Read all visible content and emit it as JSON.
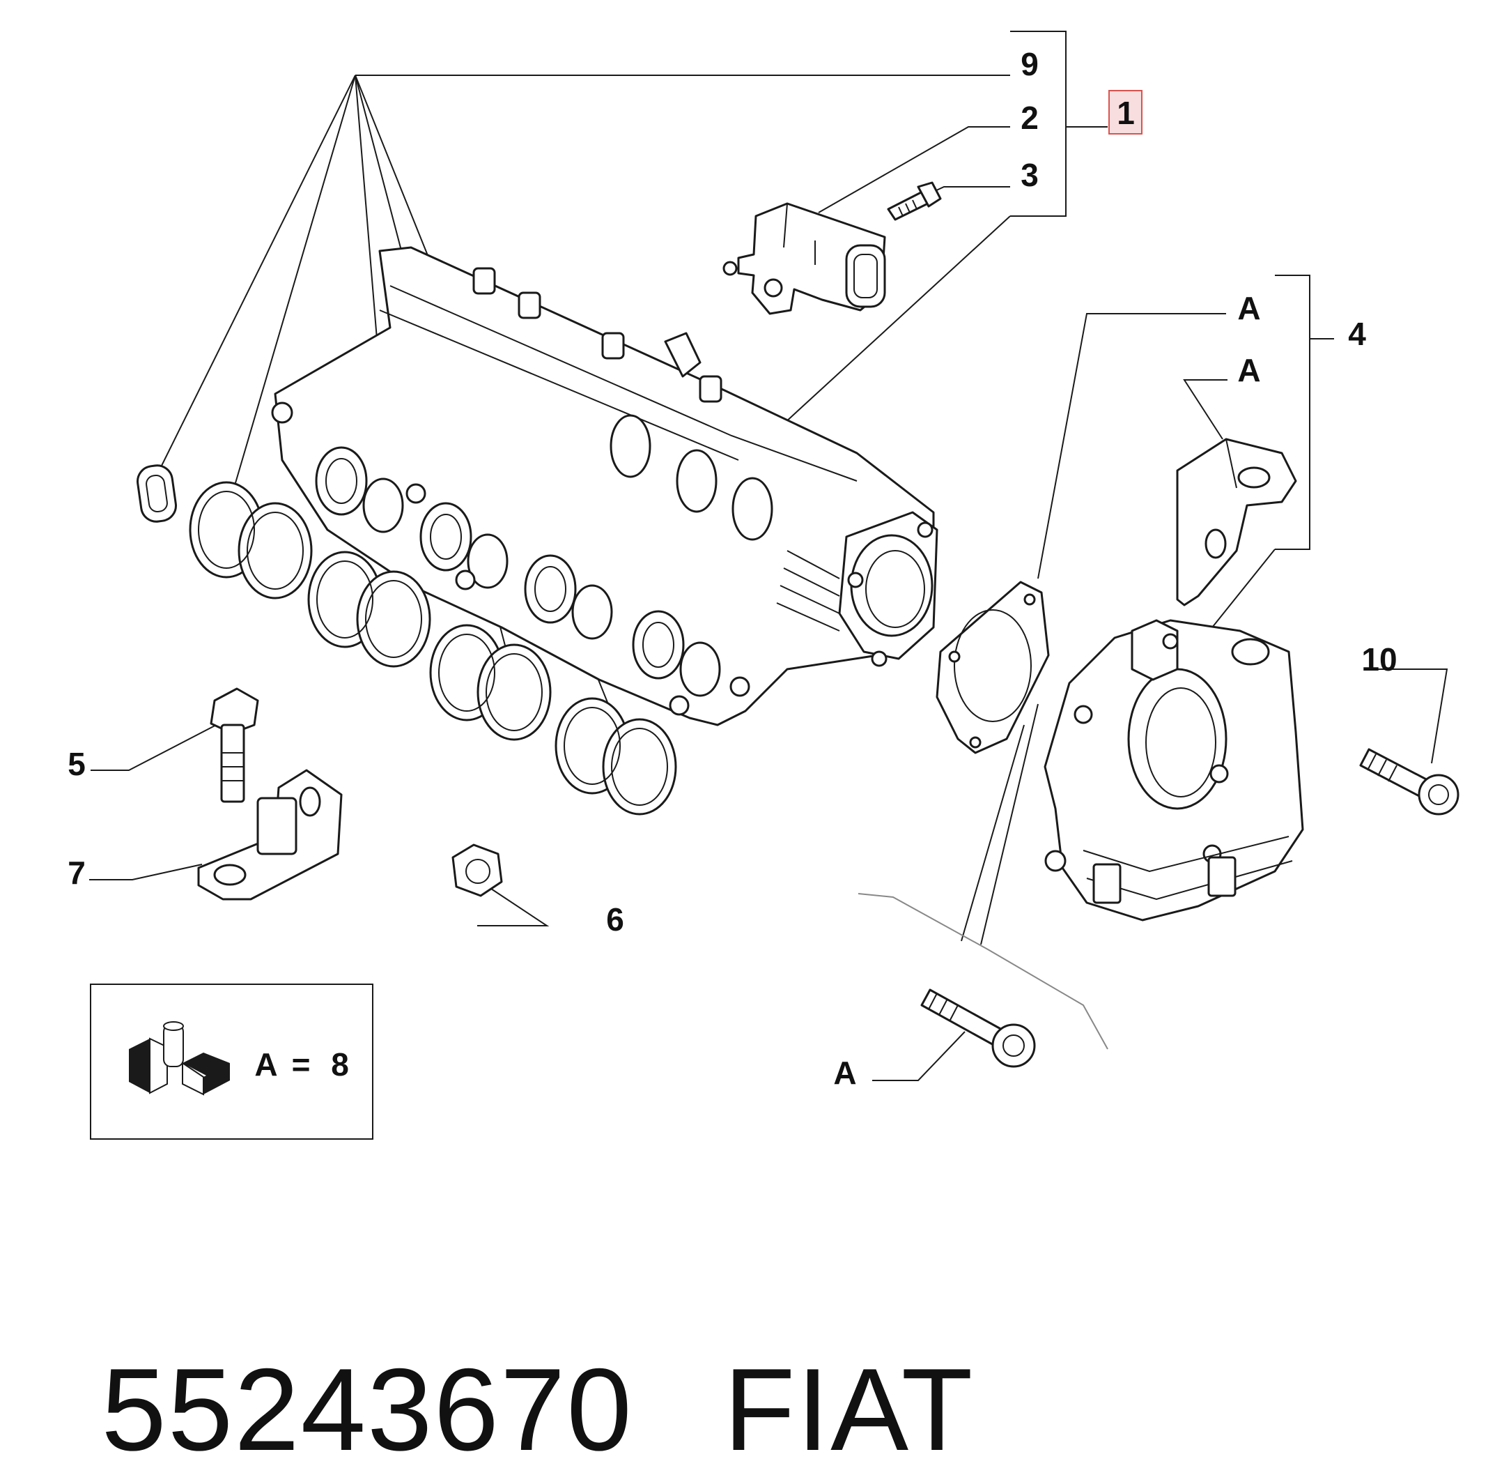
{
  "callouts": {
    "c9": "9",
    "c2": "2",
    "c3": "3",
    "c1": "1",
    "c4": "4",
    "cA1": "A",
    "cA2": "A",
    "c10": "10",
    "c5": "5",
    "c7": "7",
    "c6": "6",
    "cA3": "A"
  },
  "legend": {
    "letter": "A",
    "equals": "=",
    "quantity": "8"
  },
  "footer": {
    "part_number": "55243670",
    "brand": "FIAT"
  },
  "colors": {
    "ink": "#1a1a1a",
    "highlight_border": "#d9534f",
    "highlight_fill": "#f8dede"
  }
}
